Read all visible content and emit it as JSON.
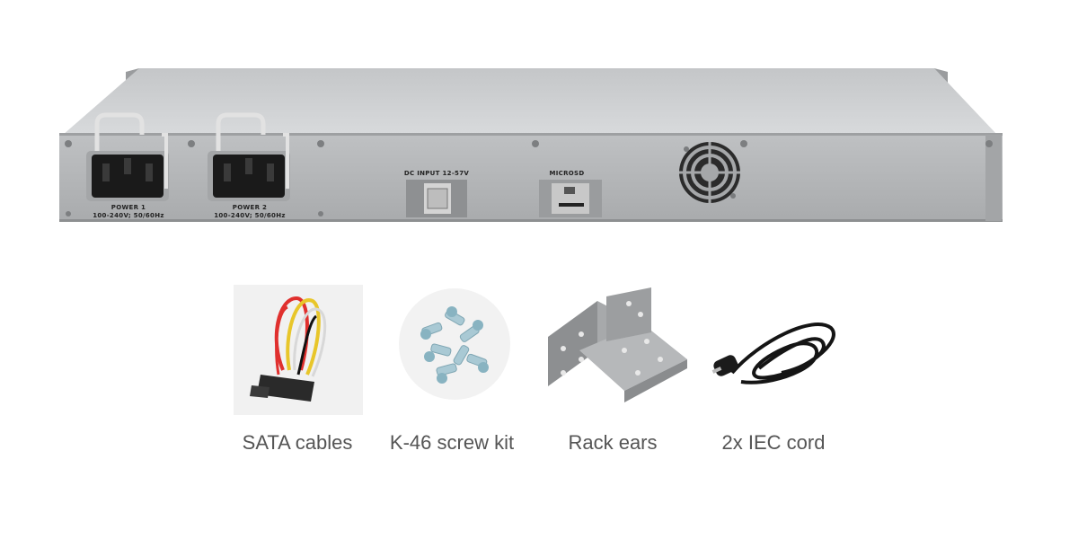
{
  "device": {
    "power_supplies": [
      {
        "title": "POWER 1",
        "rating": "100-240V; 50/60Hz"
      },
      {
        "title": "POWER 2",
        "rating": "100-240V; 50/60Hz"
      }
    ],
    "dc_input_label": "DC INPUT 12-57V",
    "microsd_label": "MICROSD"
  },
  "accessories": [
    {
      "caption": "SATA cables"
    },
    {
      "caption": "K-46 screw kit"
    },
    {
      "caption": "Rack ears"
    },
    {
      "caption": "2x IEC cord"
    }
  ],
  "colors": {
    "chassis": "#b9bbbd",
    "chassis_top": "#cfd1d3",
    "caption_text": "#555555"
  }
}
